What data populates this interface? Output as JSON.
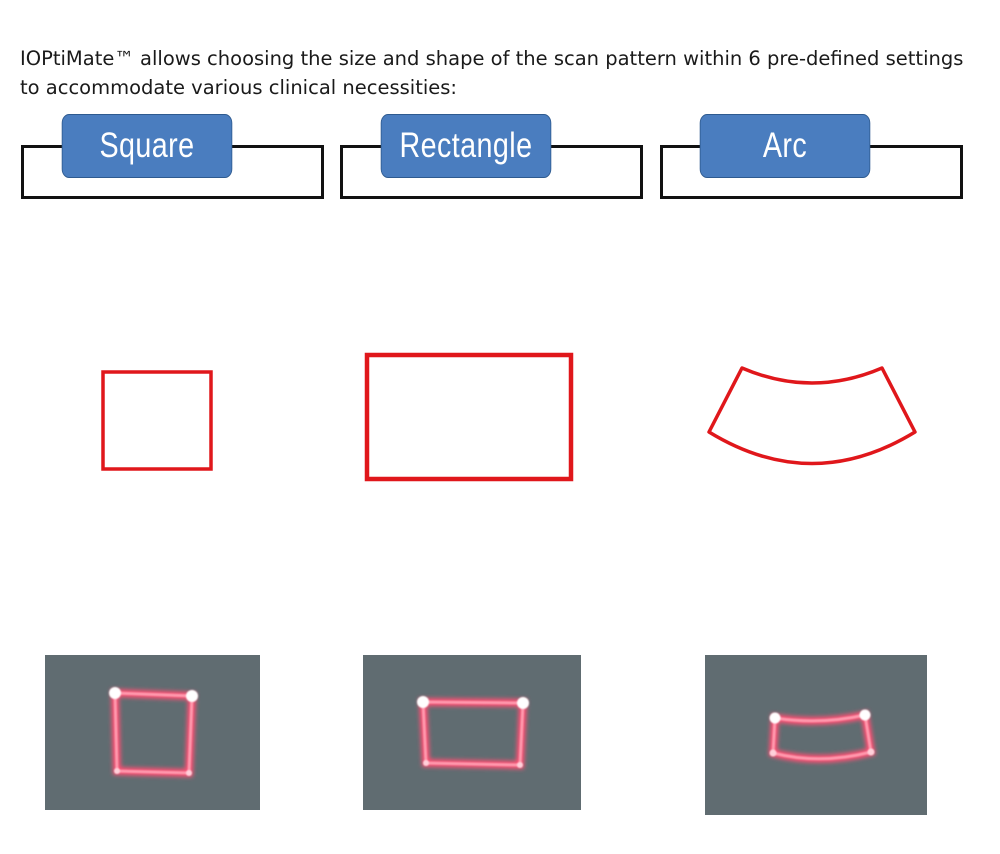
{
  "intro_text": "IOPtiMate™ allows choosing the size and shape of the scan pattern within 6 pre-defined settings to accommodate various clinical necessities:",
  "patterns": [
    {
      "label": "Square"
    },
    {
      "label": "Rectangle"
    },
    {
      "label": "Arc"
    }
  ],
  "colors": {
    "tab_fill": "#4a7dbf",
    "tab_text": "#ffffff",
    "outline_red": "#e0171b",
    "laser_glow": "#ff5a78",
    "photo_bg": "#5b676c",
    "frame_stroke": "#111111"
  }
}
